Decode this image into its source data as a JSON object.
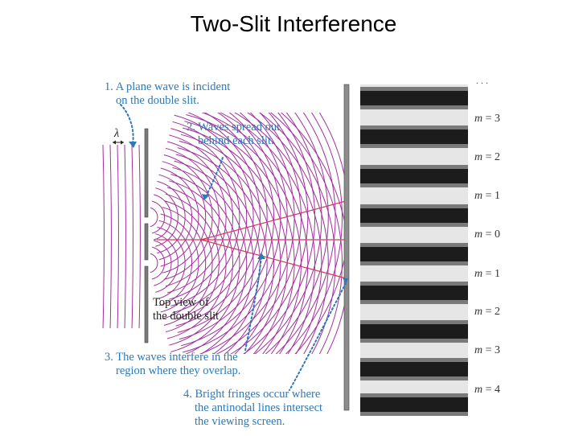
{
  "title": "Two-Slit Interference",
  "wavelength_symbol": "λ",
  "notes": {
    "n1": [
      "1. A plane wave is incident",
      "on the double slit."
    ],
    "n2": [
      "2. Waves spread out",
      "behind each slit."
    ],
    "n3": [
      "3. The waves interfere in the",
      "region where they overlap."
    ],
    "n4": [
      "4. Bright fringes occur where",
      "the antinodal lines intersect",
      "the viewing screen."
    ]
  },
  "top_view": [
    "Top view of",
    "the double slit"
  ],
  "fringe_orders": [
    "3",
    "2",
    "1",
    "0",
    "1",
    "2",
    "3",
    "4"
  ],
  "m_symbol": "m",
  "ellipsis": ". . .",
  "colors": {
    "annotation": "#2a7ab8",
    "wavefront": "#a0309c",
    "antinodal": "#d23a5c"
  }
}
